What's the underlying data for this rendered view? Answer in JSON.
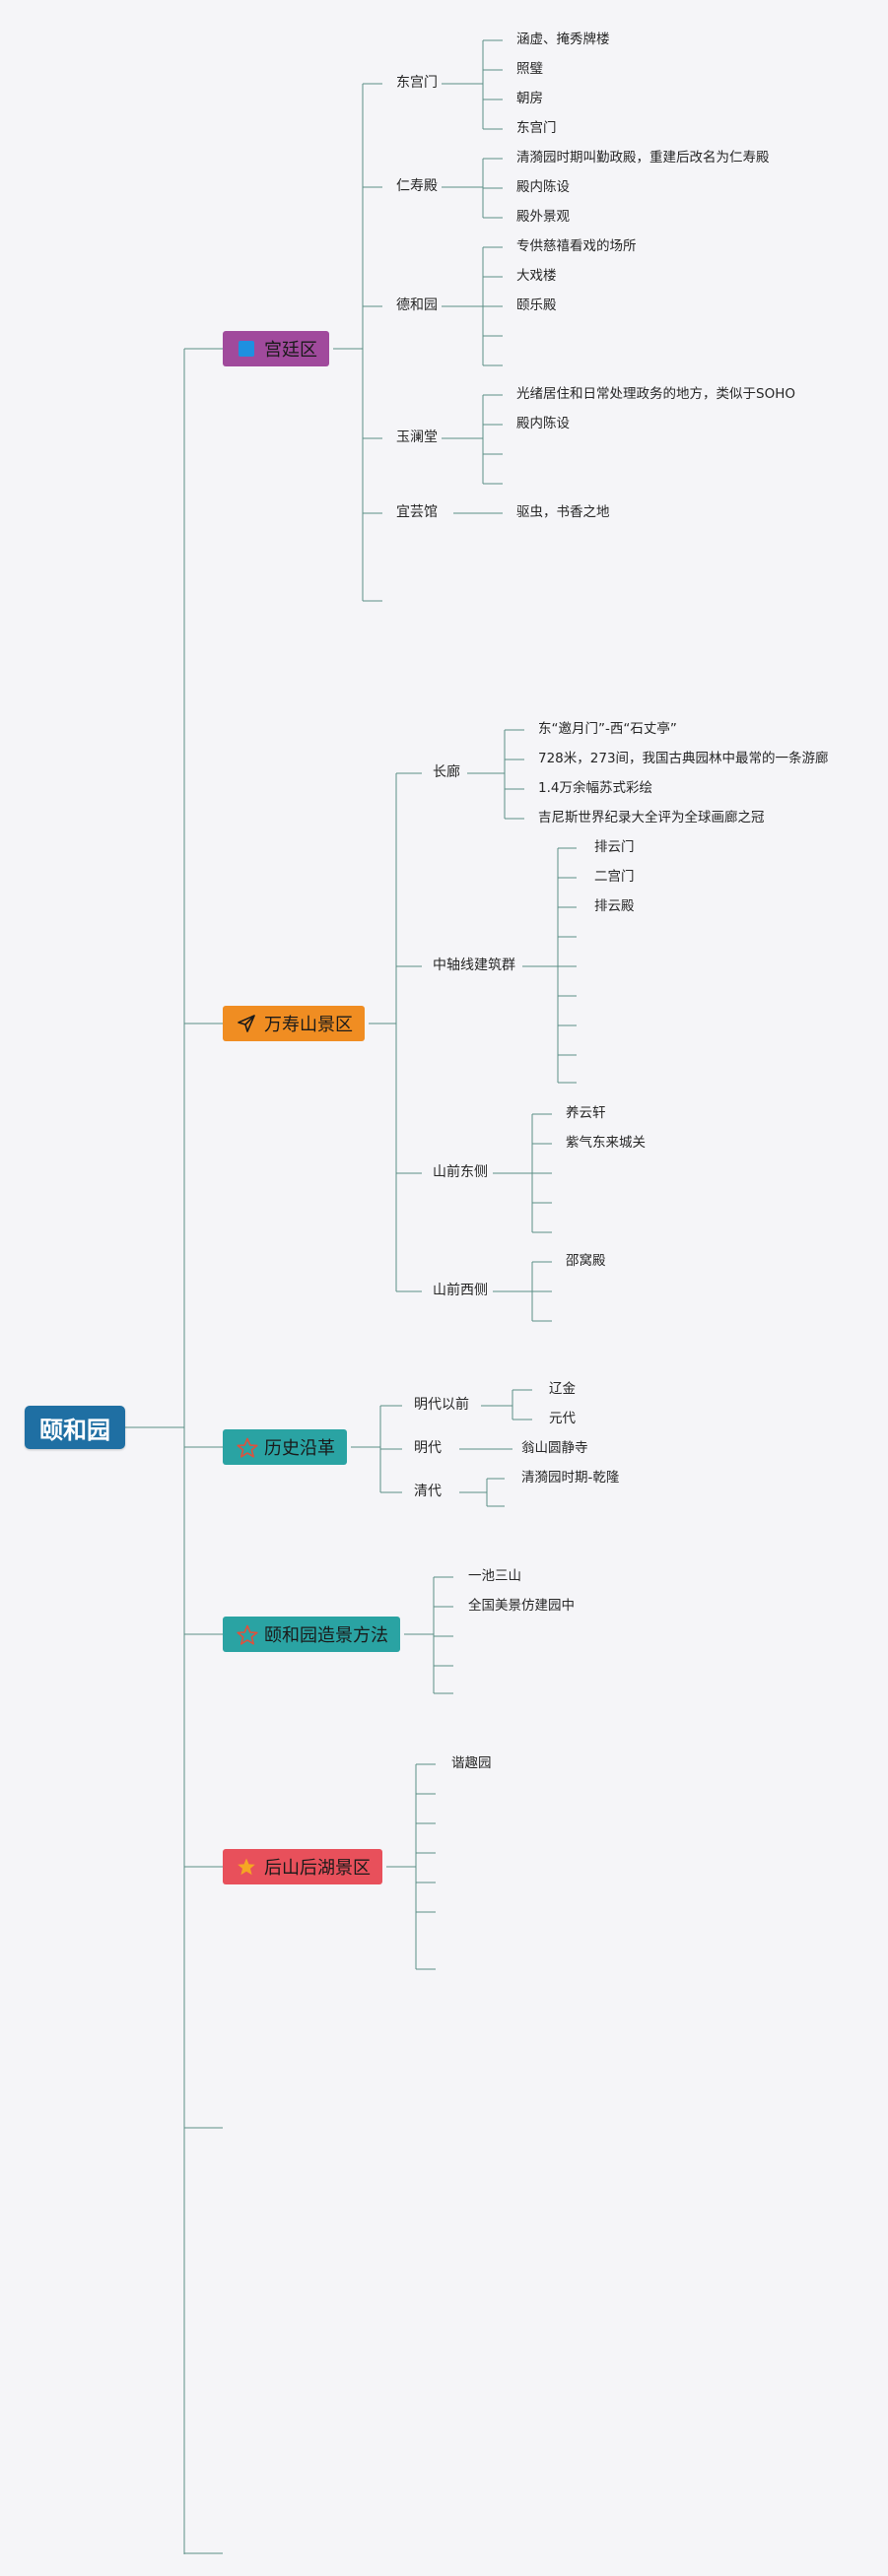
{
  "root": {
    "label": "颐和园"
  },
  "colors": {
    "root": "#1f6fa3",
    "line": "#5c8f86",
    "palace": "#a04a9c",
    "longevity": "#f08d22",
    "history": "#2aa3a3",
    "method": "#2aa3a3",
    "backhill": "#e8505b"
  },
  "categories": [
    {
      "id": "palace",
      "label": "宫廷区",
      "icon": "blue-square-icon"
    },
    {
      "id": "longevity",
      "label": "万寿山景区",
      "icon": "paper-plane-icon"
    },
    {
      "id": "history",
      "label": "历史沿革",
      "icon": "star-outline-icon"
    },
    {
      "id": "method",
      "label": "颐和园造景方法",
      "icon": "star-outline-icon"
    },
    {
      "id": "backhill",
      "label": "后山后湖景区",
      "icon": "star-icon"
    }
  ],
  "palace": {
    "dgm": {
      "label": "东宫门",
      "children": [
        "涵虚、掩秀牌楼",
        "照璧",
        "朝房",
        "东宫门"
      ]
    },
    "rsd": {
      "label": "仁寿殿",
      "children": [
        "清漪园时期叫勤政殿，重建后改名为仁寿殿",
        "殿内陈设",
        "殿外景观"
      ]
    },
    "dhy": {
      "label": "德和园",
      "children": [
        "专供慈禧看戏的场所",
        "大戏楼",
        "颐乐殿"
      ]
    },
    "ylt": {
      "label": "玉澜堂",
      "children": [
        "光绪居住和日常处理政务的地方，类似于SOHO",
        "殿内陈设"
      ]
    },
    "yyg": {
      "label": "宜芸馆",
      "children": [
        "驱虫，书香之地"
      ]
    }
  },
  "longevity": {
    "cl": {
      "label": "长廊",
      "children": [
        "东“邀月门”-西“石丈亭”",
        "728米，273间，我国古典园林中最常的一条游廊",
        "1.4万余幅苏式彩绘",
        "吉尼斯世界纪录大全评为全球画廊之冠"
      ]
    },
    "zz": {
      "label": "中轴线建筑群",
      "children": [
        "排云门",
        "二宫门",
        "排云殿"
      ]
    },
    "qd": {
      "label": "山前东侧",
      "children": [
        "养云轩",
        "紫气东来城关"
      ]
    },
    "qx": {
      "label": "山前西侧",
      "children": [
        "邵窝殿"
      ]
    }
  },
  "history": {
    "my": {
      "label": "明代以前",
      "children": [
        "辽金",
        "元代"
      ]
    },
    "md": {
      "label": "明代",
      "children": [
        "翁山圆静寺"
      ]
    },
    "qd": {
      "label": "清代",
      "children": [
        "清漪园时期-乾隆"
      ]
    }
  },
  "method": {
    "children": [
      "一池三山",
      "全国美景仿建园中"
    ]
  },
  "backhill": {
    "children": [
      "谐趣园"
    ]
  }
}
